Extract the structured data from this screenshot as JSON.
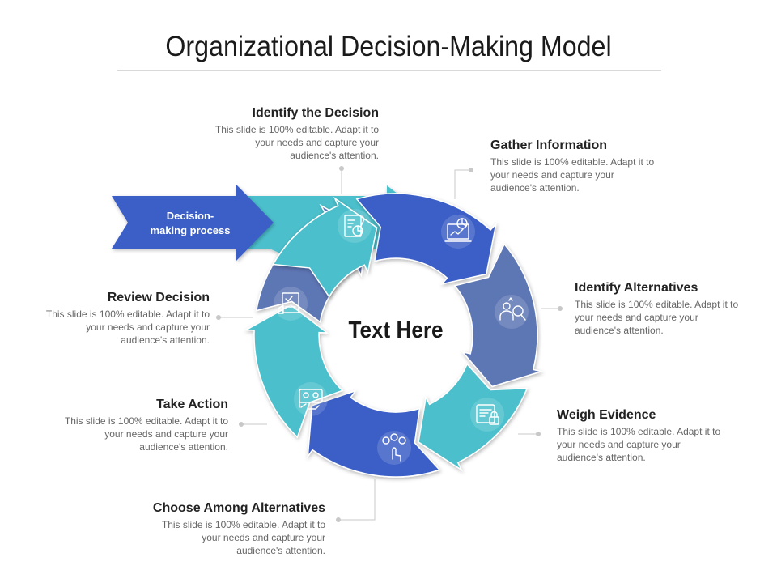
{
  "title": "Organizational Decision-Making Model",
  "center_text": "Text Here",
  "entry_label": "Decision-\nmaking process",
  "colors": {
    "teal": "#4cc0cc",
    "dark_blue": "#3a5fc6",
    "slate_blue": "#5d76b4",
    "connector": "#c8c8c8"
  },
  "steps": [
    {
      "title": "Identify the Decision",
      "desc": "This slide is 100% editable. Adapt it to your needs and capture your audience's attention.",
      "icon": "report-chart-icon"
    },
    {
      "title": "Gather Information",
      "desc": "This slide is 100% editable. Adapt it to your needs and capture your audience's attention.",
      "icon": "laptop-analytics-icon"
    },
    {
      "title": "Identify Alternatives",
      "desc": "This slide is 100% editable. Adapt it to your needs and capture your audience's attention.",
      "icon": "people-search-icon"
    },
    {
      "title": "Weigh Evidence",
      "desc": "This slide is 100% editable. Adapt it to your needs and capture your audience's attention.",
      "icon": "document-lock-icon"
    },
    {
      "title": "Choose Among Alternatives",
      "desc": "This slide is 100% editable. Adapt it to your needs and capture your audience's attention.",
      "icon": "hand-select-people-icon"
    },
    {
      "title": "Take Action",
      "desc": "This slide is 100% editable. Adapt it to your needs and capture your audience's attention.",
      "icon": "team-meeting-icon"
    },
    {
      "title": "Review Decision",
      "desc": "This slide is 100% editable. Adapt it to your needs and capture your audience's attention.",
      "icon": "checklist-review-icon"
    }
  ]
}
